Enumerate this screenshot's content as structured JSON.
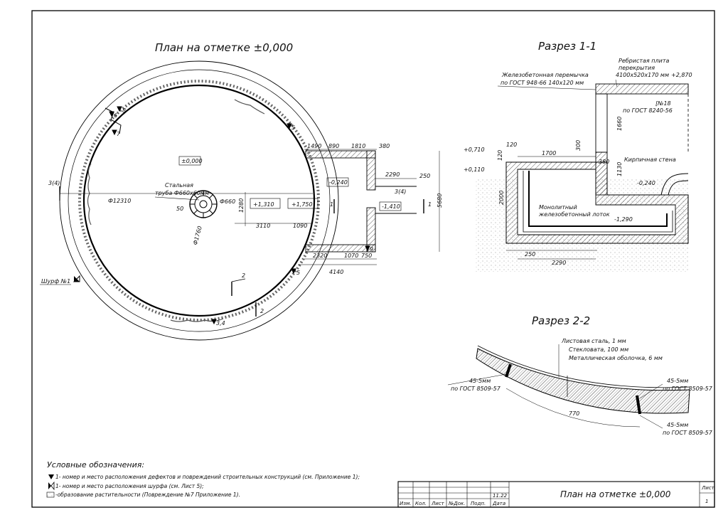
{
  "plan": {
    "title": "План на отметке ±0,000",
    "center_mark": "±0,000",
    "pipe_label_1": "Стальная",
    "pipe_label_2": "труба Ф660х60мм",
    "dia_outer": "Ф12310",
    "dia_660": "Ф660",
    "dia_1760": "Ф1760",
    "d50": "50",
    "d1280": "1280",
    "e1310": "+1,310",
    "e1750": "+1,750",
    "d3110": "3110",
    "d1090": "1090",
    "e0240": "-0,240",
    "e1410": "-1,410",
    "d1490": "1490",
    "d890": "890",
    "d1810": "1810",
    "d380": "380",
    "d2290": "2290",
    "d250": "250",
    "d5680": "5680",
    "d2320": "2320",
    "d1070": "1070",
    "d750": "750",
    "d4140": "4140",
    "sec_1": "1",
    "sec_2": "2",
    "sec_3_4": "3(4)",
    "def_8": "8",
    "def_7": "7",
    "def_6": "6",
    "def_5a": "5",
    "def_5b": "5",
    "def_34": "3,4",
    "def_9": "9",
    "pit": "Шурф №1"
  },
  "section11": {
    "title": "Разрез 1-1",
    "slab_1": "Ребристая плита",
    "slab_2": "перекрытия",
    "slab_3": "4100х520х170 мм",
    "e2870": "+2,870",
    "lintel_1": "Железобетонная перемычка",
    "lintel_2": "по ГОСТ 948-66 140х120 мм",
    "channel_1": "[№18",
    "channel_2": "по ГОСТ 8240-56",
    "brick": "Кирпичная стена",
    "e0710": "+0,710",
    "e0110": "+0,110",
    "d120a": "120",
    "d120b": "120",
    "d1700": "1700",
    "d300": "300",
    "d380": "380",
    "d1660": "1660",
    "d1130": "1130",
    "e0240": "-0,240",
    "d2000": "2000",
    "tray_1": "Монолитный",
    "tray_2": "железобетонный лоток",
    "e1290": "-1,290",
    "d250": "250",
    "d2290": "2290"
  },
  "section22": {
    "title": "Разрез 2-2",
    "layer_1": "Листовая сталь, 1 мм",
    "layer_2": "Стекловата, 100 мм",
    "layer_3": "Металлическая оболочка, 6 мм",
    "weld_1": "45-5мм",
    "gost_1": "по ГОСТ 8509-57",
    "weld_2": "45-5мм",
    "gost_2": "по ГОСТ 8509-57",
    "weld_3": "45-5мм",
    "gost_3": "по ГОСТ 8509-57",
    "d770": "770"
  },
  "legend": {
    "title": "Условные обозначения:",
    "item_1": "1- номер и место расположения дефектов и повреждений строительных конструкций (см. Приложение 1);",
    "item_2": "1- номер и место расположения шурфа (см. Лист 5);",
    "item_3": "-образование растительности (Повреждение №7 Приложение 1)."
  },
  "titleblock": {
    "cols": [
      "Изм.",
      "Кол.",
      "Лист",
      "№Док.",
      "Подп.",
      "Дата"
    ],
    "date": "11.22",
    "name": "План на отметке ±0,000",
    "sheet_label": "Лист",
    "sheet_no": "1"
  }
}
